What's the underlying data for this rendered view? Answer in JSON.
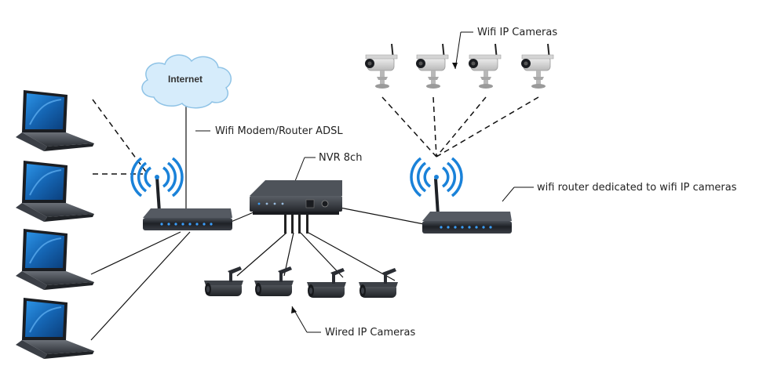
{
  "diagram": {
    "labels": {
      "internet": "Internet",
      "modem_router": "Wifi Modem/Router ADSL",
      "nvr": "NVR 8ch",
      "wifi_cameras": "Wifi IP Cameras",
      "wifi_router": "wifi router dedicated to wifi IP cameras",
      "wired_cameras": "Wired IP Cameras"
    },
    "nodes": {
      "laptops": 4,
      "wired_cameras": 4,
      "wifi_cameras": 4
    },
    "colors": {
      "cloud_fill": "#d6ecfb",
      "cloud_stroke": "#8fc3e6",
      "wifi_waves": "#1a82d9",
      "device_body": "#2a2d33",
      "router_leds": "#3aa0ff",
      "camera_white": "#e6e6e6",
      "laptop_screen": "#1b78c9"
    },
    "icons": [
      "cloud-icon",
      "laptop-icon",
      "router-icon",
      "wifi-icon",
      "nvr-icon",
      "ip-camera-icon",
      "wifi-camera-icon"
    ]
  }
}
